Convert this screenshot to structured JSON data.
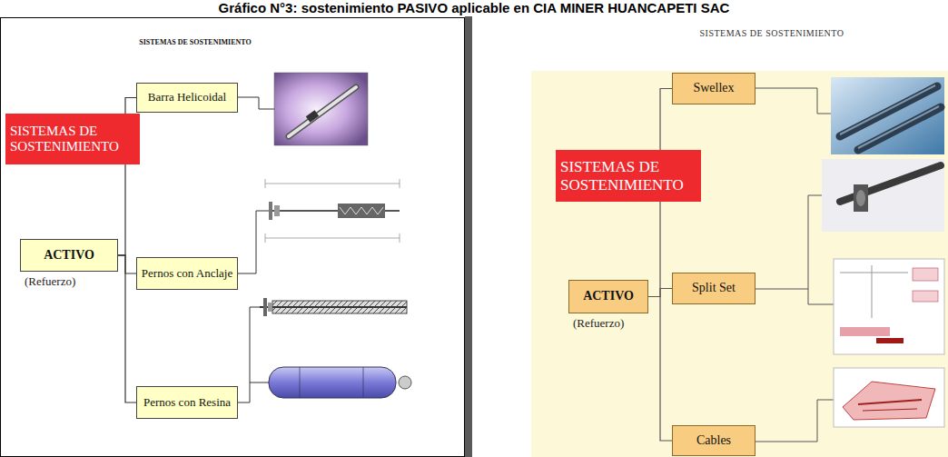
{
  "diagram": {
    "title": "Gráfico N°3: sostenimiento PASIVO aplicable en CIA MINER HUANCAPETI SAC",
    "nodes": [
      {
        "text": [
          "SISTEMAS DE SOSTENIMIENTO"
        ]
      },
      {
        "text": [
          "ACTIVO",
          "(Refuerzo)"
        ]
      },
      {
        "text": [
          "Barra Helicoidal"
        ]
      },
      {
        "text": [
          "Pernos con Anclaje"
        ]
      },
      {
        "text": [
          "Pernos con Resina"
        ]
      },
      {
        "text": [
          "SISTEMAS DE SOSTENIMIENTO"
        ]
      },
      {
        "text": [
          "ACTIVO",
          "(Refuerzo)"
        ]
      },
      {
        "text": [
          "Swellex"
        ]
      },
      {
        "text": [
          "Split Set"
        ]
      },
      {
        "text": [
          "Cables"
        ]
      }
    ],
    "edges": [
      {
        "from": 1,
        "to": 2,
        "arrow": "none"
      },
      {
        "from": 1,
        "to": 3,
        "arrow": "none"
      },
      {
        "from": 1,
        "to": 4,
        "arrow": "none"
      },
      {
        "from": 6,
        "to": 7,
        "arrow": "none"
      },
      {
        "from": 6,
        "to": 8,
        "arrow": "none"
      },
      {
        "from": 6,
        "to": 9,
        "arrow": "none"
      }
    ],
    "labels": [
      "SISTEMAS DE SOSTENIMIENTO",
      "SISTEMAS DE SOSTENIMIENTO"
    ]
  }
}
